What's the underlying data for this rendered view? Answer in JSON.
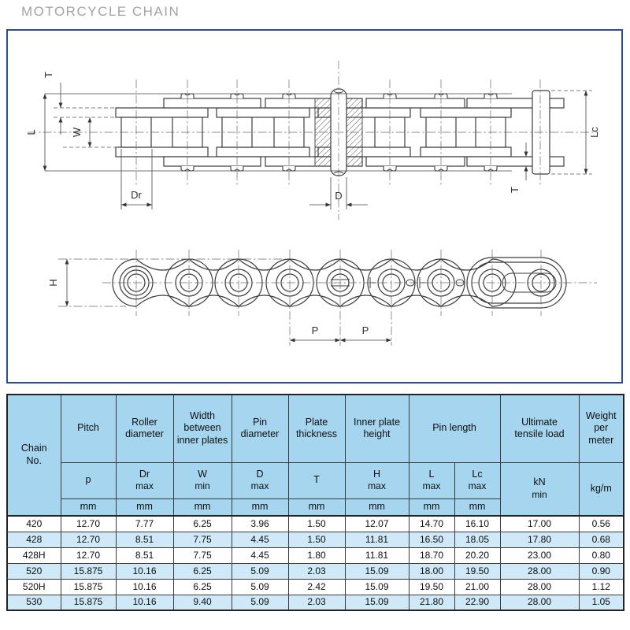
{
  "title": "MOTORCYCLE CHAIN",
  "colors": {
    "diagram_border": "#2a4d9b",
    "table_header_bg": "#a6d6ef",
    "table_alt_row_bg": "#cfe9f8",
    "title_gray": "#a4a4a4"
  },
  "diagram": {
    "dim_labels": {
      "t_left": "T",
      "l": "L",
      "w": "W",
      "dr": "Dr",
      "d": "D",
      "lc": "Lc",
      "t_right": "T",
      "h": "H",
      "p_left": "P",
      "p_right": "P"
    }
  },
  "table": {
    "corner": {
      "line1": "Chain",
      "line2": "No."
    },
    "columns": [
      {
        "title": "Pitch",
        "sym": "p",
        "qual": "",
        "unit": "mm"
      },
      {
        "title": "Roller diameter",
        "sym": "Dr",
        "qual": "max",
        "unit": "mm"
      },
      {
        "title": "Width between inner plates",
        "sym": "W",
        "qual": "min",
        "unit": "mm"
      },
      {
        "title": "Pin diameter",
        "sym": "D",
        "qual": "max",
        "unit": "mm"
      },
      {
        "title": "Plate thickness",
        "sym": "T",
        "qual": "",
        "unit": "mm"
      },
      {
        "title": "Inner plate height",
        "sym": "H",
        "qual": "max",
        "unit": "mm"
      }
    ],
    "pin_length_group": {
      "title": "Pin length",
      "sub": [
        {
          "sym": "L",
          "qual": "max",
          "unit": "mm"
        },
        {
          "sym": "Lc",
          "qual": "max",
          "unit": "mm"
        }
      ]
    },
    "tail_columns": [
      {
        "title": "Ultimate tensile load",
        "sym": "kN",
        "qual": "min"
      },
      {
        "title": "Weight per meter",
        "sym": "kg/m",
        "qual": ""
      }
    ],
    "rows": [
      [
        "420",
        "12.70",
        "7.77",
        "6.25",
        "3.96",
        "1.50",
        "12.07",
        "14.70",
        "16.10",
        "17.00",
        "0.56"
      ],
      [
        "428",
        "12.70",
        "8.51",
        "7.75",
        "4.45",
        "1.50",
        "11.81",
        "16.50",
        "18.05",
        "17.80",
        "0.68"
      ],
      [
        "428H",
        "12.70",
        "8.51",
        "7.75",
        "4.45",
        "1.80",
        "11.81",
        "18.70",
        "20.20",
        "23.00",
        "0.80"
      ],
      [
        "520",
        "15.875",
        "10.16",
        "6.25",
        "5.09",
        "2.03",
        "15.09",
        "18.00",
        "19.50",
        "28.00",
        "0.90"
      ],
      [
        "520H",
        "15.875",
        "10.16",
        "6.25",
        "5.09",
        "2.42",
        "15.09",
        "19.50",
        "21.00",
        "28.00",
        "1.12"
      ],
      [
        "530",
        "15.875",
        "10.16",
        "9.40",
        "5.09",
        "2.03",
        "15.09",
        "21.80",
        "22.90",
        "28.00",
        "1.05"
      ]
    ]
  }
}
